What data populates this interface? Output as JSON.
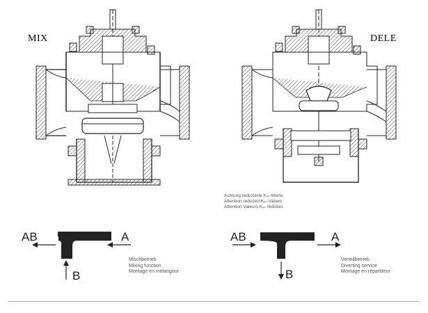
{
  "headings": {
    "left": "MIX",
    "right": "DELE"
  },
  "kvs_note": [
    "Achtung reduzierte Kᵥₛ-Werte",
    "Attention reduced Kᵥₛ-Values",
    "Attention Valeurs Kᵥₛ réduites"
  ],
  "flow_left": {
    "port_ab": "AB",
    "port_a": "A",
    "port_b": "B",
    "captions": [
      "Mischbetrieb",
      "Mixing function",
      "Montage en mélangeur"
    ]
  },
  "flow_right": {
    "port_ab": "AB",
    "port_a": "A",
    "port_b": "B",
    "captions": [
      "Verteilbetrieb",
      "Diverting service",
      "Montage en répartiteur"
    ]
  }
}
